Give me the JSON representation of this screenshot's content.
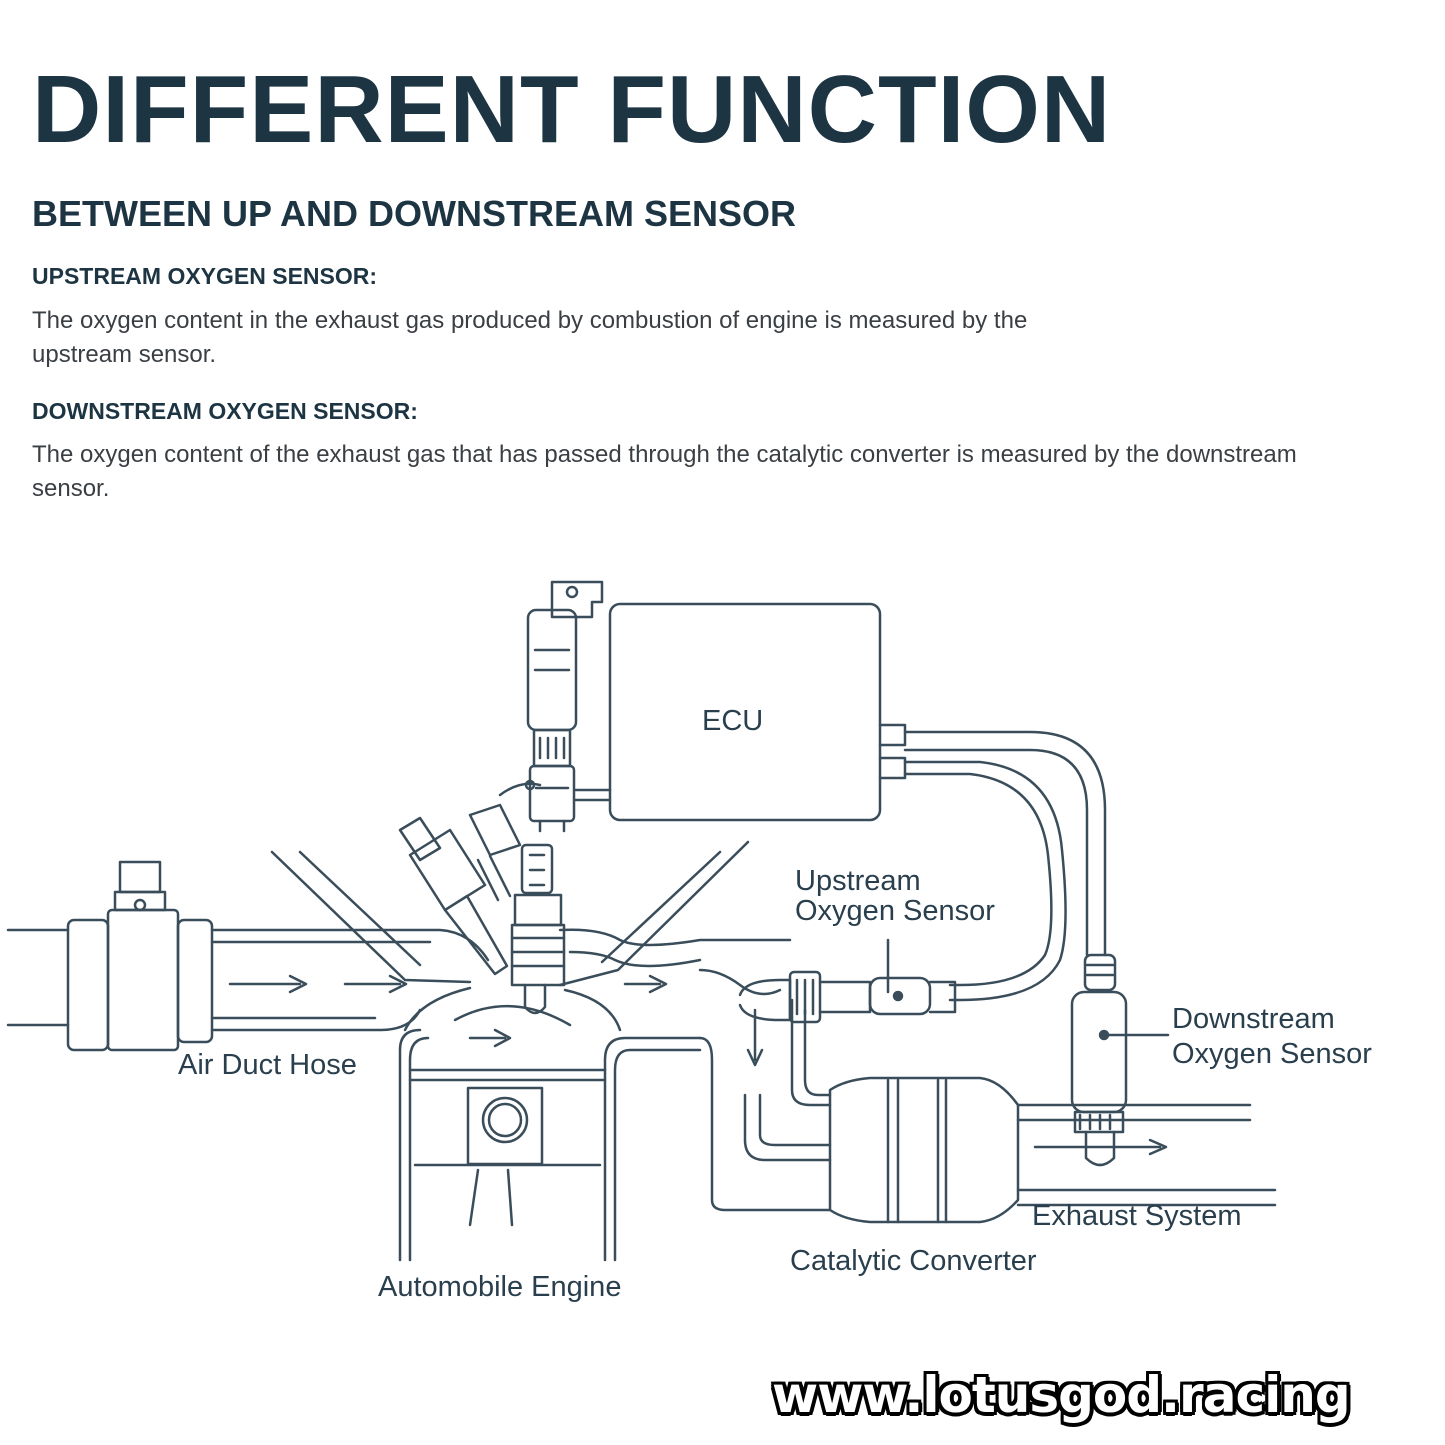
{
  "heading": {
    "title": "DIFFERENT FUNCTION",
    "subtitle": "BETWEEN UP AND DOWNSTREAM SENSOR"
  },
  "sections": [
    {
      "heading": "UPSTREAM OXYGEN SENSOR:",
      "body": "The oxygen content in the exhaust gas produced by combustion of engine is measured by the upstream sensor."
    },
    {
      "heading": "DOWNSTREAM OXYGEN SENSOR:",
      "body": "The oxygen content of the exhaust gas that has passed through the catalytic converter is measured by the downstream sensor."
    }
  ],
  "diagram": {
    "ecu": "ECU",
    "upstream_line1": "Upstream",
    "upstream_line2": "Oxygen Sensor",
    "downstream_line1": "Downstream",
    "downstream_line2": "Oxygen Sensor",
    "air_duct": "Air Duct Hose",
    "exhaust": "Exhaust System",
    "catalytic": "Catalytic Converter",
    "engine": "Automobile Engine"
  },
  "watermark": "www.lotusgod.racing",
  "colors": {
    "ink": "#1d3443",
    "line": "#3a4d5a"
  }
}
